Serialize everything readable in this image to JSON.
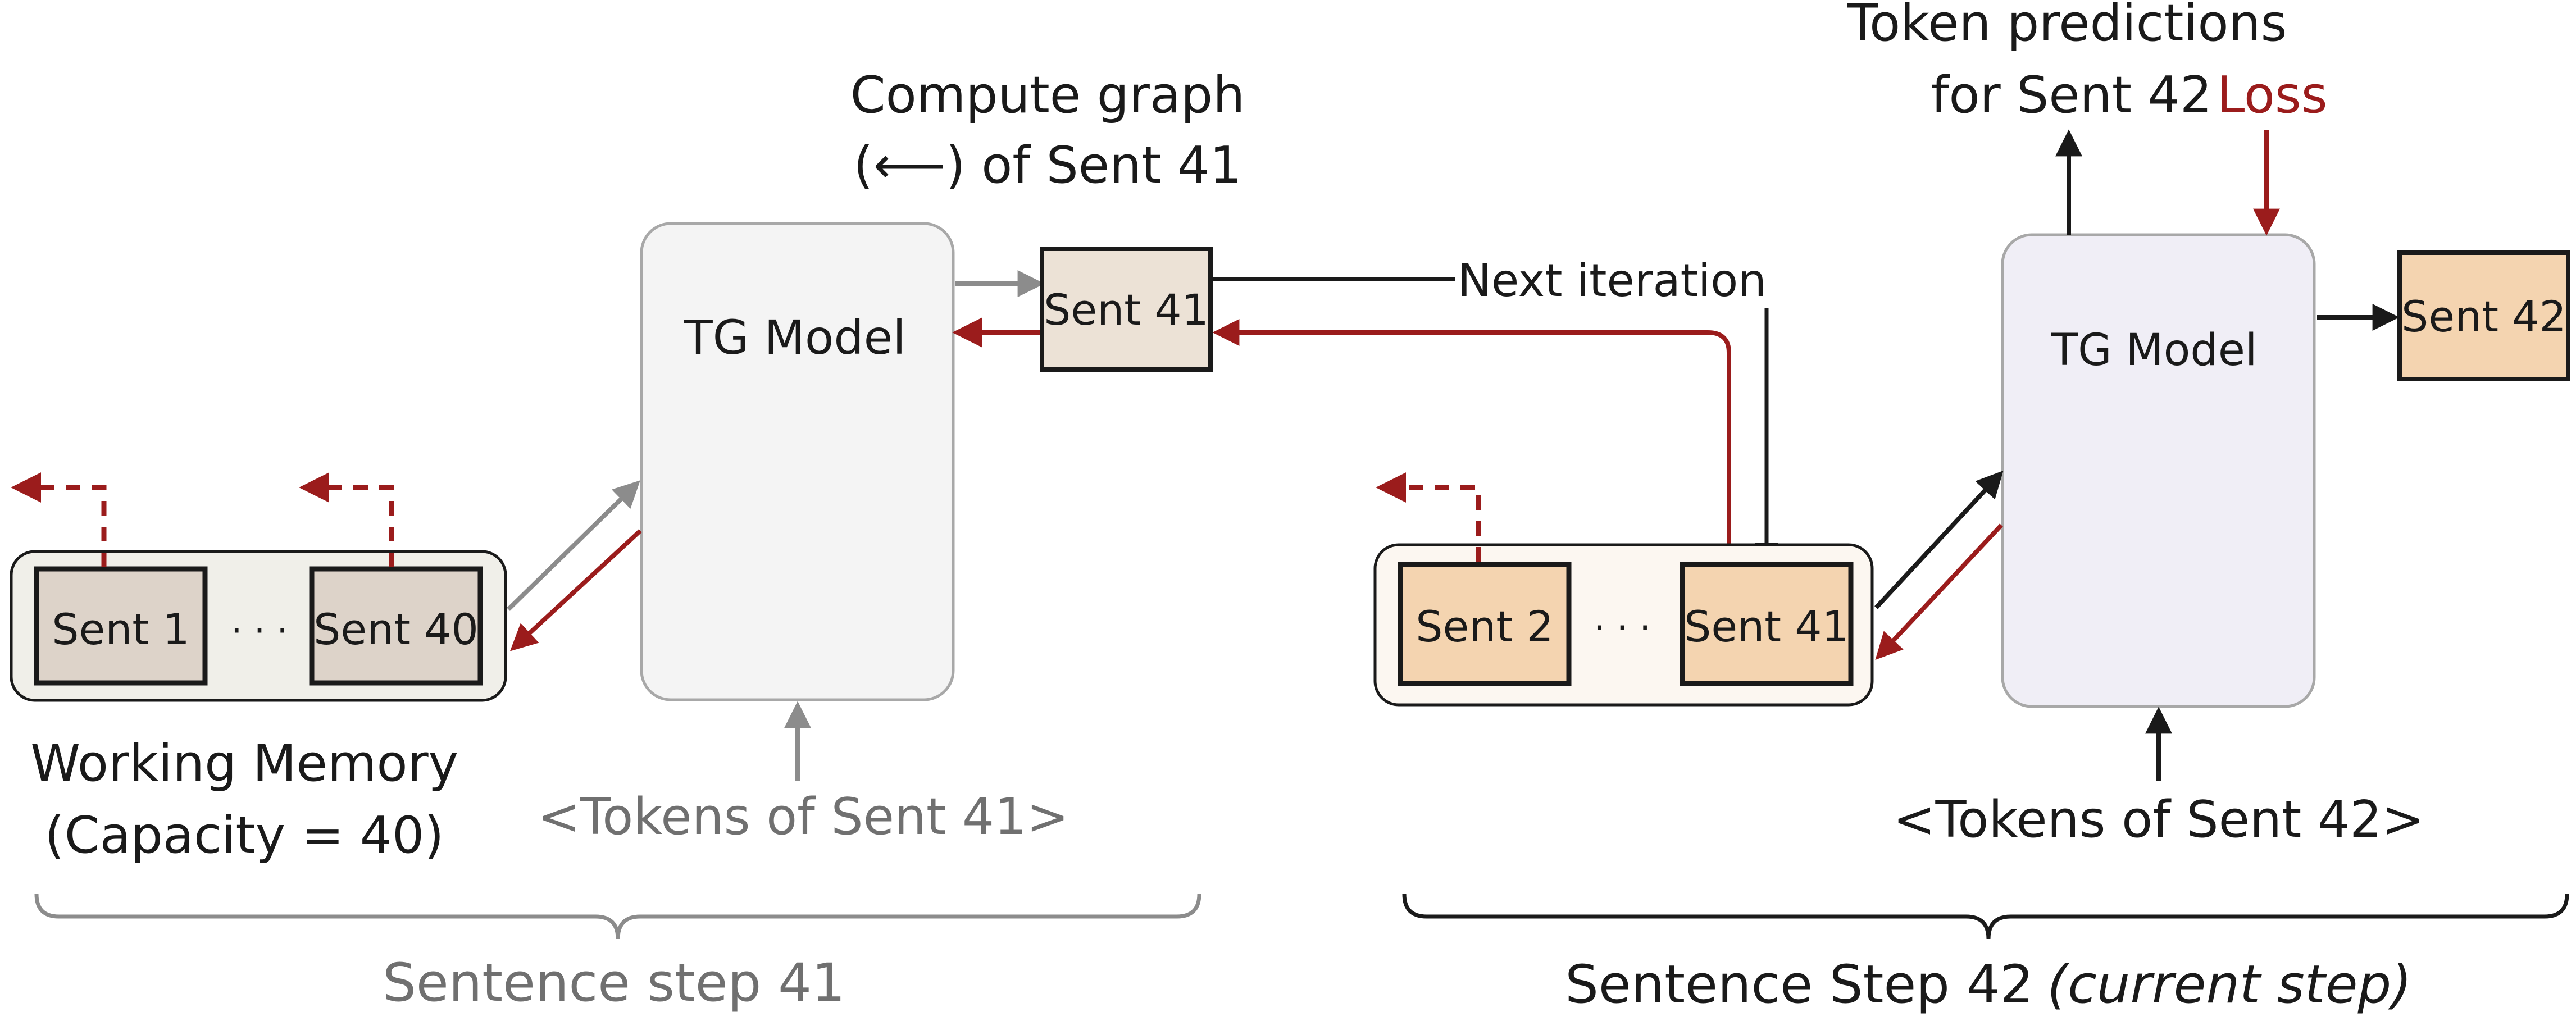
{
  "left": {
    "model_label": "TG Model",
    "memory_items": [
      "Sent 1",
      "Sent 40"
    ],
    "ellipsis": "· · ·",
    "output_box": "Sent 41",
    "compute_graph_line1": "Compute graph",
    "compute_graph_line2": "(⟵) of Sent 41",
    "memory_title_line1": "Working Memory",
    "memory_title_line2": "(Capacity = 40)",
    "tokens_label": "<Tokens of Sent 41>",
    "step_label": "Sentence step 41"
  },
  "middle": {
    "next_iteration": "Next iteration"
  },
  "right": {
    "model_label": "TG Model",
    "memory_items": [
      "Sent 2",
      "Sent 41"
    ],
    "ellipsis": "· · ·",
    "output_box": "Sent 42",
    "predictions_line1": "Token predictions",
    "predictions_line2": "for Sent 42",
    "loss_label": "Loss",
    "tokens_label": "<Tokens of Sent 42>",
    "step_label_main": "Sentence Step 42",
    "step_label_note": "(current step)"
  },
  "colors": {
    "dark_red": "#9b1c1c",
    "gray": "#8c8c8c",
    "black": "#1a1a1a",
    "past_sentence_fill": "#ddd3c9",
    "current_sentence_fill": "#f4d4b0",
    "left_memory_fill": "#f0efe9",
    "right_memory_fill": "#fcf7f1",
    "left_model_fill": "#f4f4f4",
    "right_model_fill": "#f0eef6"
  }
}
